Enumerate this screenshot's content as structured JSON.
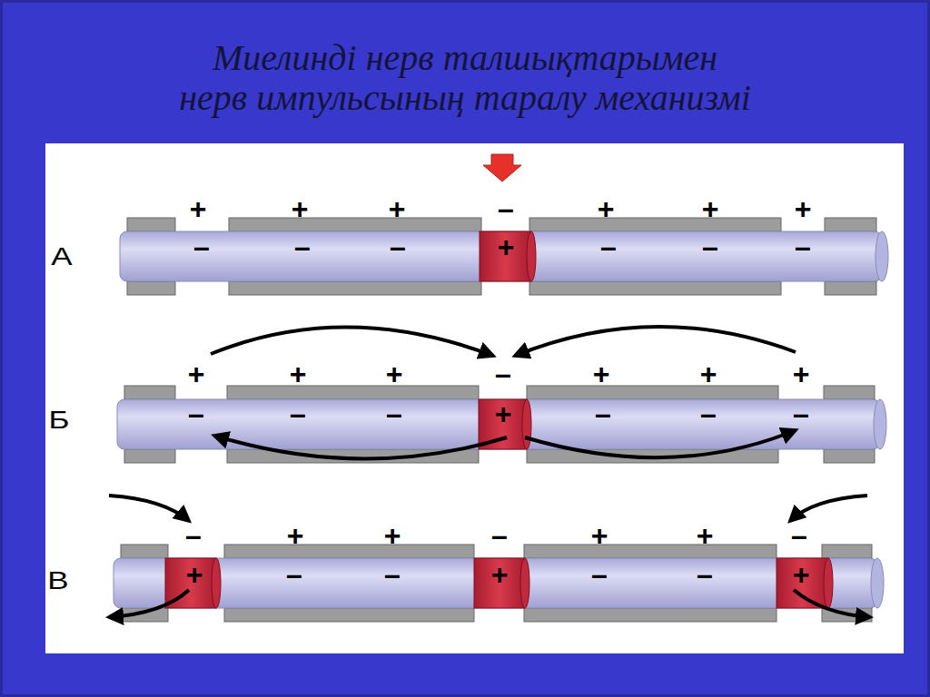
{
  "diagram": {
    "title": "Миелинді нерв талшықтарымен нерв импульсының таралу механизмі",
    "labels": [
      "А",
      "+",
      "+",
      "+",
      "–",
      "+",
      "+",
      "+",
      "–",
      "–",
      "–",
      "+",
      "–",
      "–",
      "–",
      "Б",
      "+",
      "+",
      "+",
      "–",
      "+",
      "+",
      "+",
      "–",
      "–",
      "–",
      "+",
      "–",
      "–",
      "–",
      "В",
      "–",
      "+",
      "+",
      "–",
      "+",
      "+",
      "–",
      "+",
      "–",
      "–",
      "+",
      "–",
      "–",
      "+"
    ]
  }
}
